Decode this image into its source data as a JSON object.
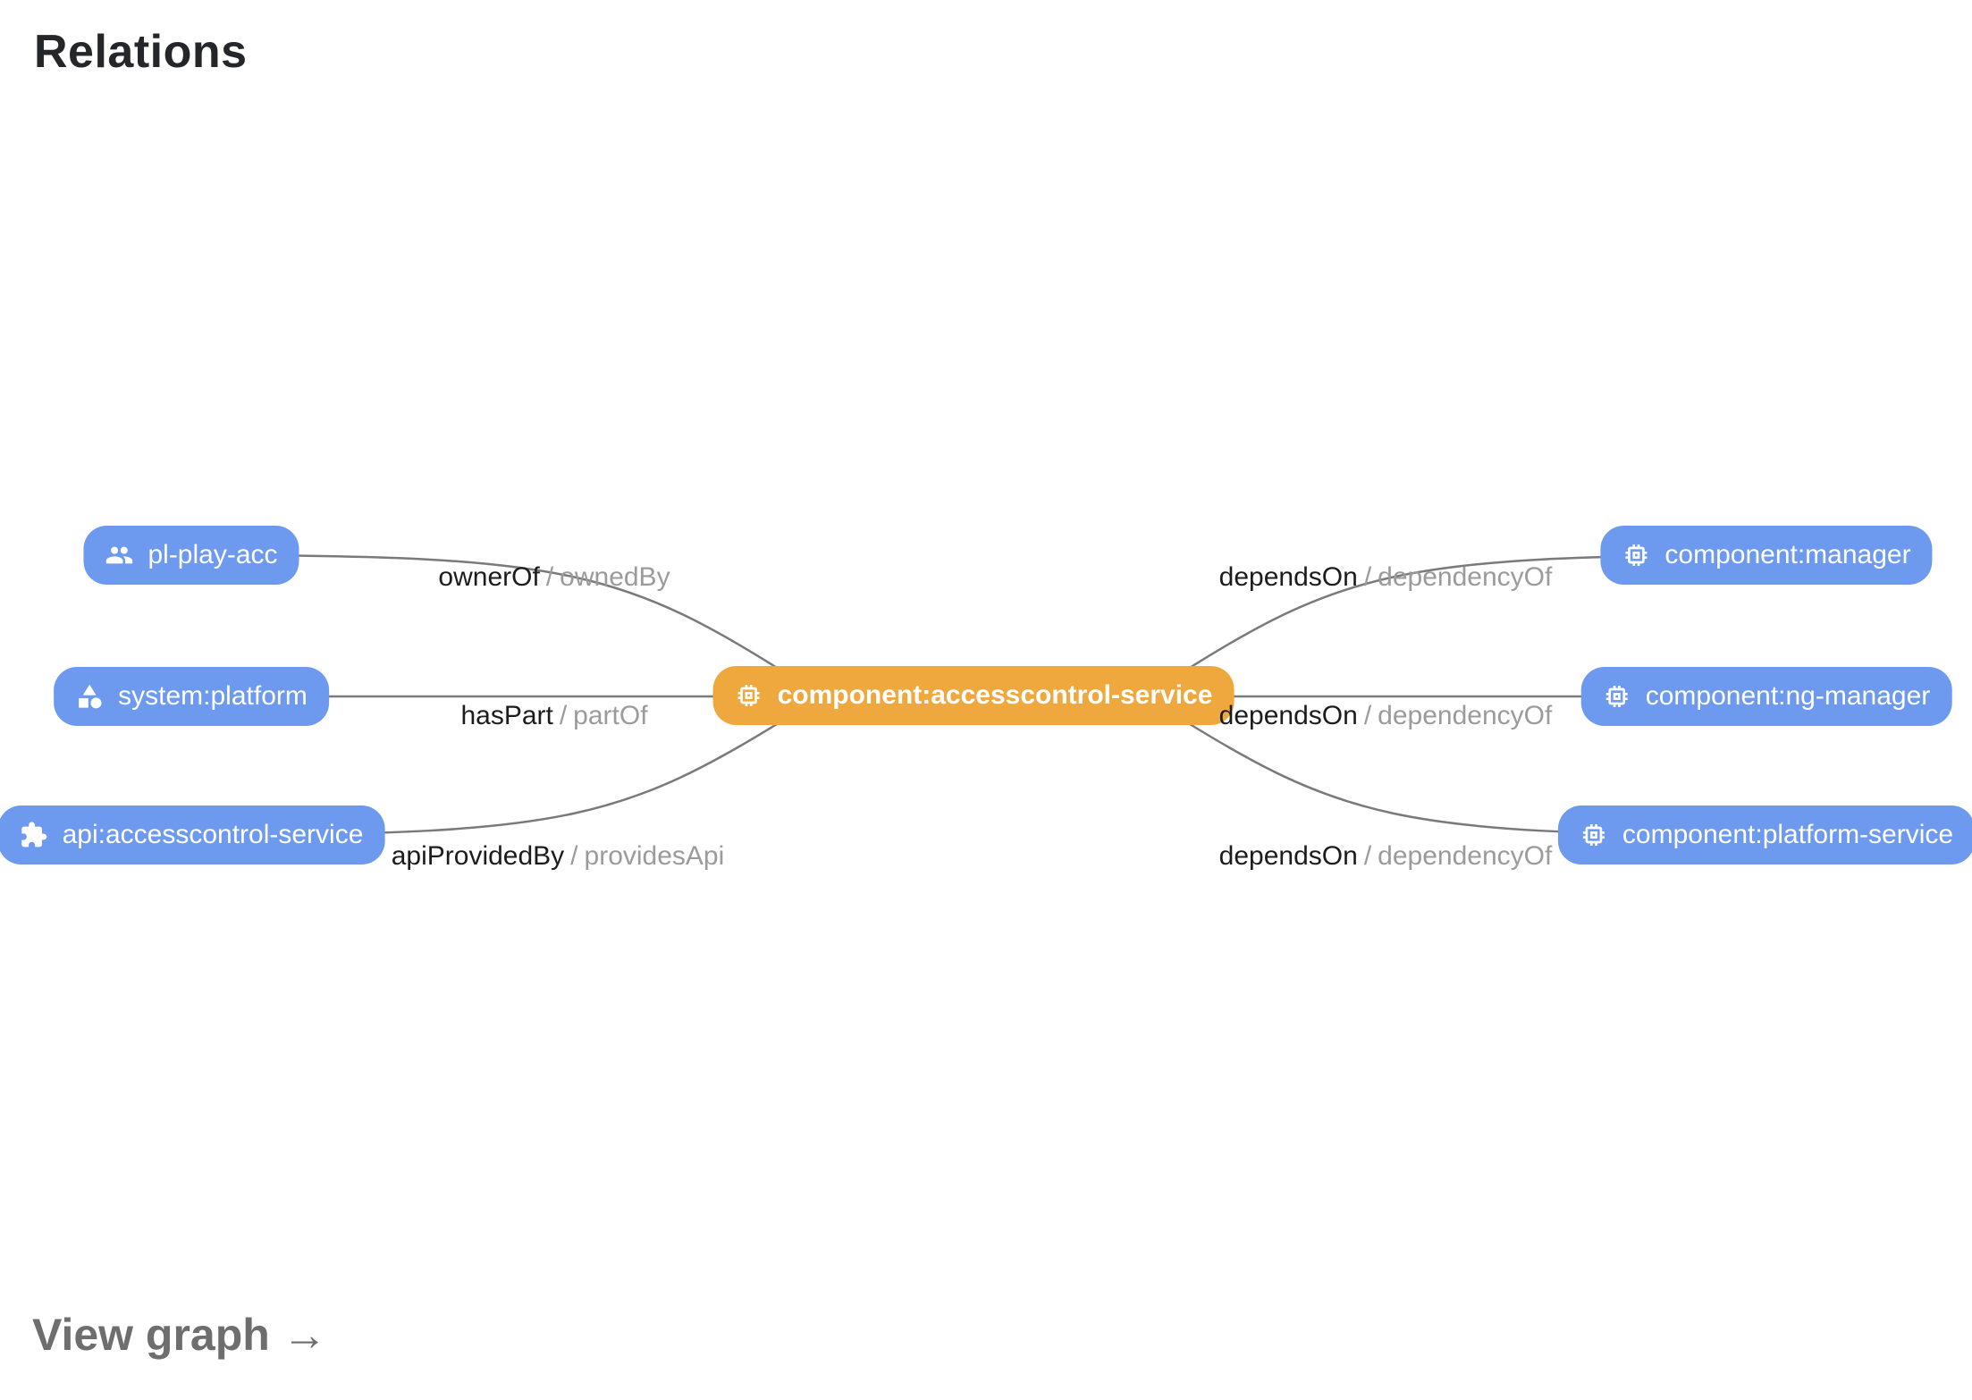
{
  "page": {
    "title": "Relations",
    "view_graph_label": "View graph",
    "view_graph_arrow": "→"
  },
  "colors": {
    "node_blue": "#6d9aef",
    "node_orange": "#efa83d",
    "edge": "#7a7a7a",
    "edge_label_primary": "#1c1c1e",
    "edge_label_secondary": "#9b9b9b",
    "title_text": "#24262a",
    "view_graph": "#6e6e6e"
  },
  "graph": {
    "center_node": {
      "label": "component:accesscontrol-service",
      "icon": "chip-icon",
      "kind": "component"
    },
    "left_nodes": [
      {
        "label": "pl-play-acc",
        "icon": "people-icon",
        "kind": "group"
      },
      {
        "label": "system:platform",
        "icon": "category-icon",
        "kind": "system"
      },
      {
        "label": "api:accesscontrol-service",
        "icon": "extension-icon",
        "kind": "api"
      }
    ],
    "right_nodes": [
      {
        "label": "component:manager",
        "icon": "chip-icon",
        "kind": "component"
      },
      {
        "label": "component:ng-manager",
        "icon": "chip-icon",
        "kind": "component"
      },
      {
        "label": "component:platform-service",
        "icon": "chip-icon",
        "kind": "component"
      }
    ],
    "edges": [
      {
        "forward": "ownerOf",
        "separator": "/",
        "reverse": "ownedBy"
      },
      {
        "forward": "hasPart",
        "separator": "/",
        "reverse": "partOf"
      },
      {
        "forward": "apiProvidedBy",
        "separator": "/",
        "reverse": "providesApi"
      },
      {
        "forward": "dependsOn",
        "separator": "/",
        "reverse": "dependencyOf"
      },
      {
        "forward": "dependsOn",
        "separator": "/",
        "reverse": "dependencyOf"
      },
      {
        "forward": "dependsOn",
        "separator": "/",
        "reverse": "dependencyOf"
      }
    ]
  }
}
